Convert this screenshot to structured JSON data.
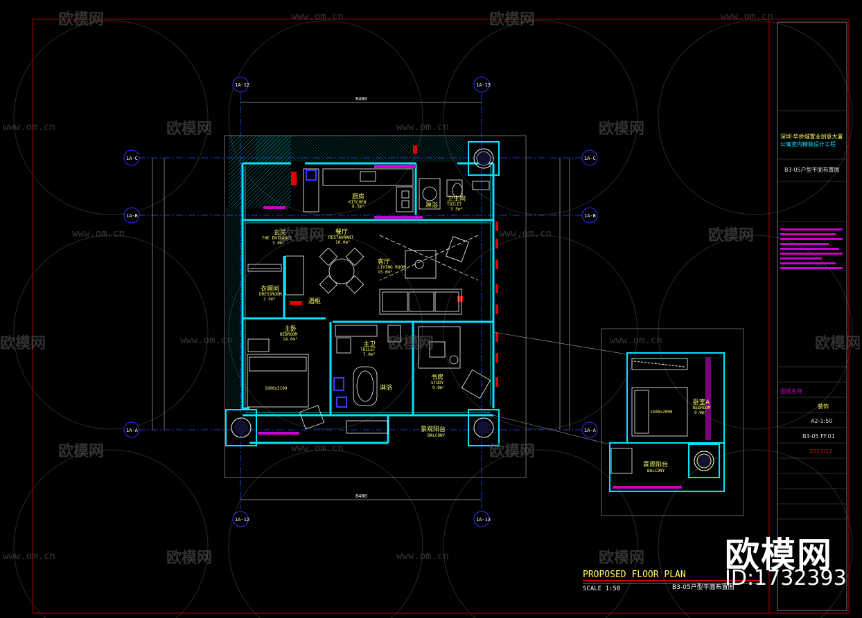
{
  "drawing": {
    "title": "PROPOSED FLOOR PLAN",
    "scale": "SCALE 1:50",
    "subtitle": "B3-05户型平面布置图"
  },
  "axes": {
    "top": [
      "1A-12",
      "1A-13"
    ],
    "bottom": [
      "1A-12",
      "1A-13"
    ],
    "left": [
      "1A-C",
      "1A-B",
      "1A-A"
    ],
    "right": [
      "1A-C",
      "1A-B",
      "1A-A"
    ],
    "dim_top": "8400",
    "dim_bottom": "8400"
  },
  "rooms": [
    {
      "cn": "厨房",
      "en": "KITCHEN",
      "area": "6.5m²"
    },
    {
      "cn": "卫生间",
      "en": "TOILET",
      "area": "3.5m²"
    },
    {
      "cn": "淋浴",
      "en": "",
      "area": ""
    },
    {
      "cn": "玄关",
      "en": "THE ENTRANCE",
      "area": "3.0m²"
    },
    {
      "cn": "餐厅",
      "en": "RESTAURANT",
      "area": "10.0m²"
    },
    {
      "cn": "客厅",
      "en": "LIVING ROOM",
      "area": "15.0m²"
    },
    {
      "cn": "衣帽间",
      "en": "DRESSROOM",
      "area": "2.5m²"
    },
    {
      "cn": "酒柜",
      "en": "",
      "area": ""
    },
    {
      "cn": "主卧",
      "en": "BEDROOM",
      "area": "14.0m²"
    },
    {
      "cn": "主卫",
      "en": "TOILET",
      "area": "7.0m²"
    },
    {
      "cn": "淋浴",
      "en": "",
      "area": ""
    },
    {
      "cn": "书房",
      "en": "STUDY",
      "area": "9.0m²"
    },
    {
      "cn": "景观阳台",
      "en": "BALCONY",
      "area": ""
    },
    {
      "cn": "卧室A",
      "en": "BEDROOM",
      "area": "9.0m²"
    },
    {
      "cn": "景观阳台",
      "en": "BALCONY",
      "area": ""
    }
  ],
  "beds": {
    "main": "1800x2100",
    "inset": "1500x2000"
  },
  "title_block": {
    "project_line1": "深圳·华侨城置业创意大厦",
    "project_line2": "公寓室内精装设计工程",
    "sheet_name": "B3-05户型平面布置图",
    "discipline": "装饰",
    "scale": "A2-1:50",
    "sheet_no": "B3-05 FF.01",
    "date": "2017/12",
    "design_unit": "图纸名称"
  },
  "watermark": {
    "brand": "欧模网",
    "url": "www.om.cn",
    "id": "ID:1732393"
  },
  "colors": {
    "frame": "#cc0000",
    "wall": "#00e5ff",
    "furniture": "#ffffff",
    "text": "#ffff66",
    "magenta": "#cc00cc",
    "axis_bubble": "#3030ff"
  }
}
